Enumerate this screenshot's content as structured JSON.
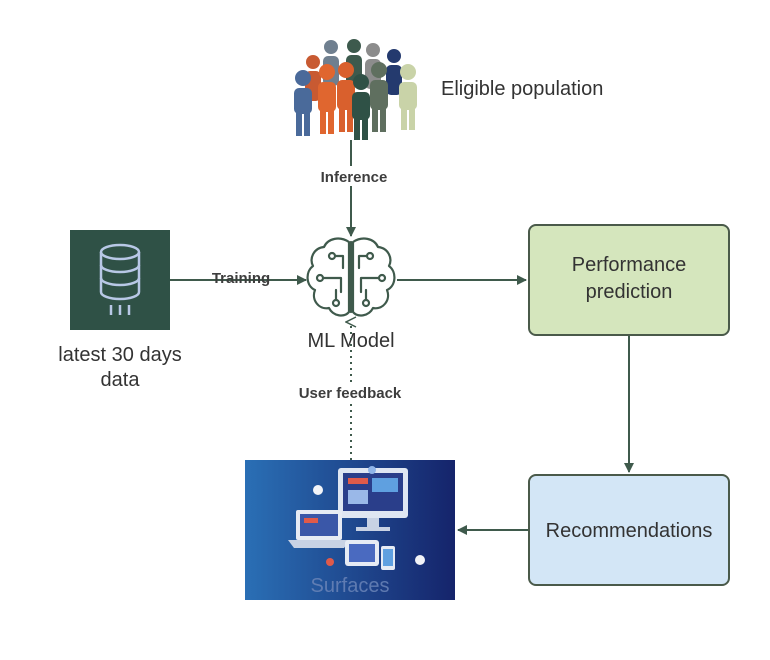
{
  "nodes": {
    "population": {
      "label": "Eligible population"
    },
    "data_store": {
      "label_line1": "latest 30 days",
      "label_line2": "data"
    },
    "ml_model": {
      "label": "ML Model"
    },
    "performance": {
      "label_line1": "Performance",
      "label_line2": "prediction"
    },
    "recommendations": {
      "label": "Recommendations"
    },
    "surfaces": {
      "label": "Surfaces"
    }
  },
  "edges": {
    "inference": {
      "label": "Inference"
    },
    "training": {
      "label": "Training"
    },
    "user_feedback": {
      "label": "User feedback"
    }
  },
  "colors": {
    "arrow": "#3f5a4c",
    "database_bg": "#2f5146",
    "performance_fill": "#d5e6bd",
    "recommendations_fill": "#d3e6f6",
    "box_stroke": "#4a5a4a",
    "surfaces_bg_left": "#2a6fb5",
    "surfaces_bg_right": "#15246b"
  }
}
